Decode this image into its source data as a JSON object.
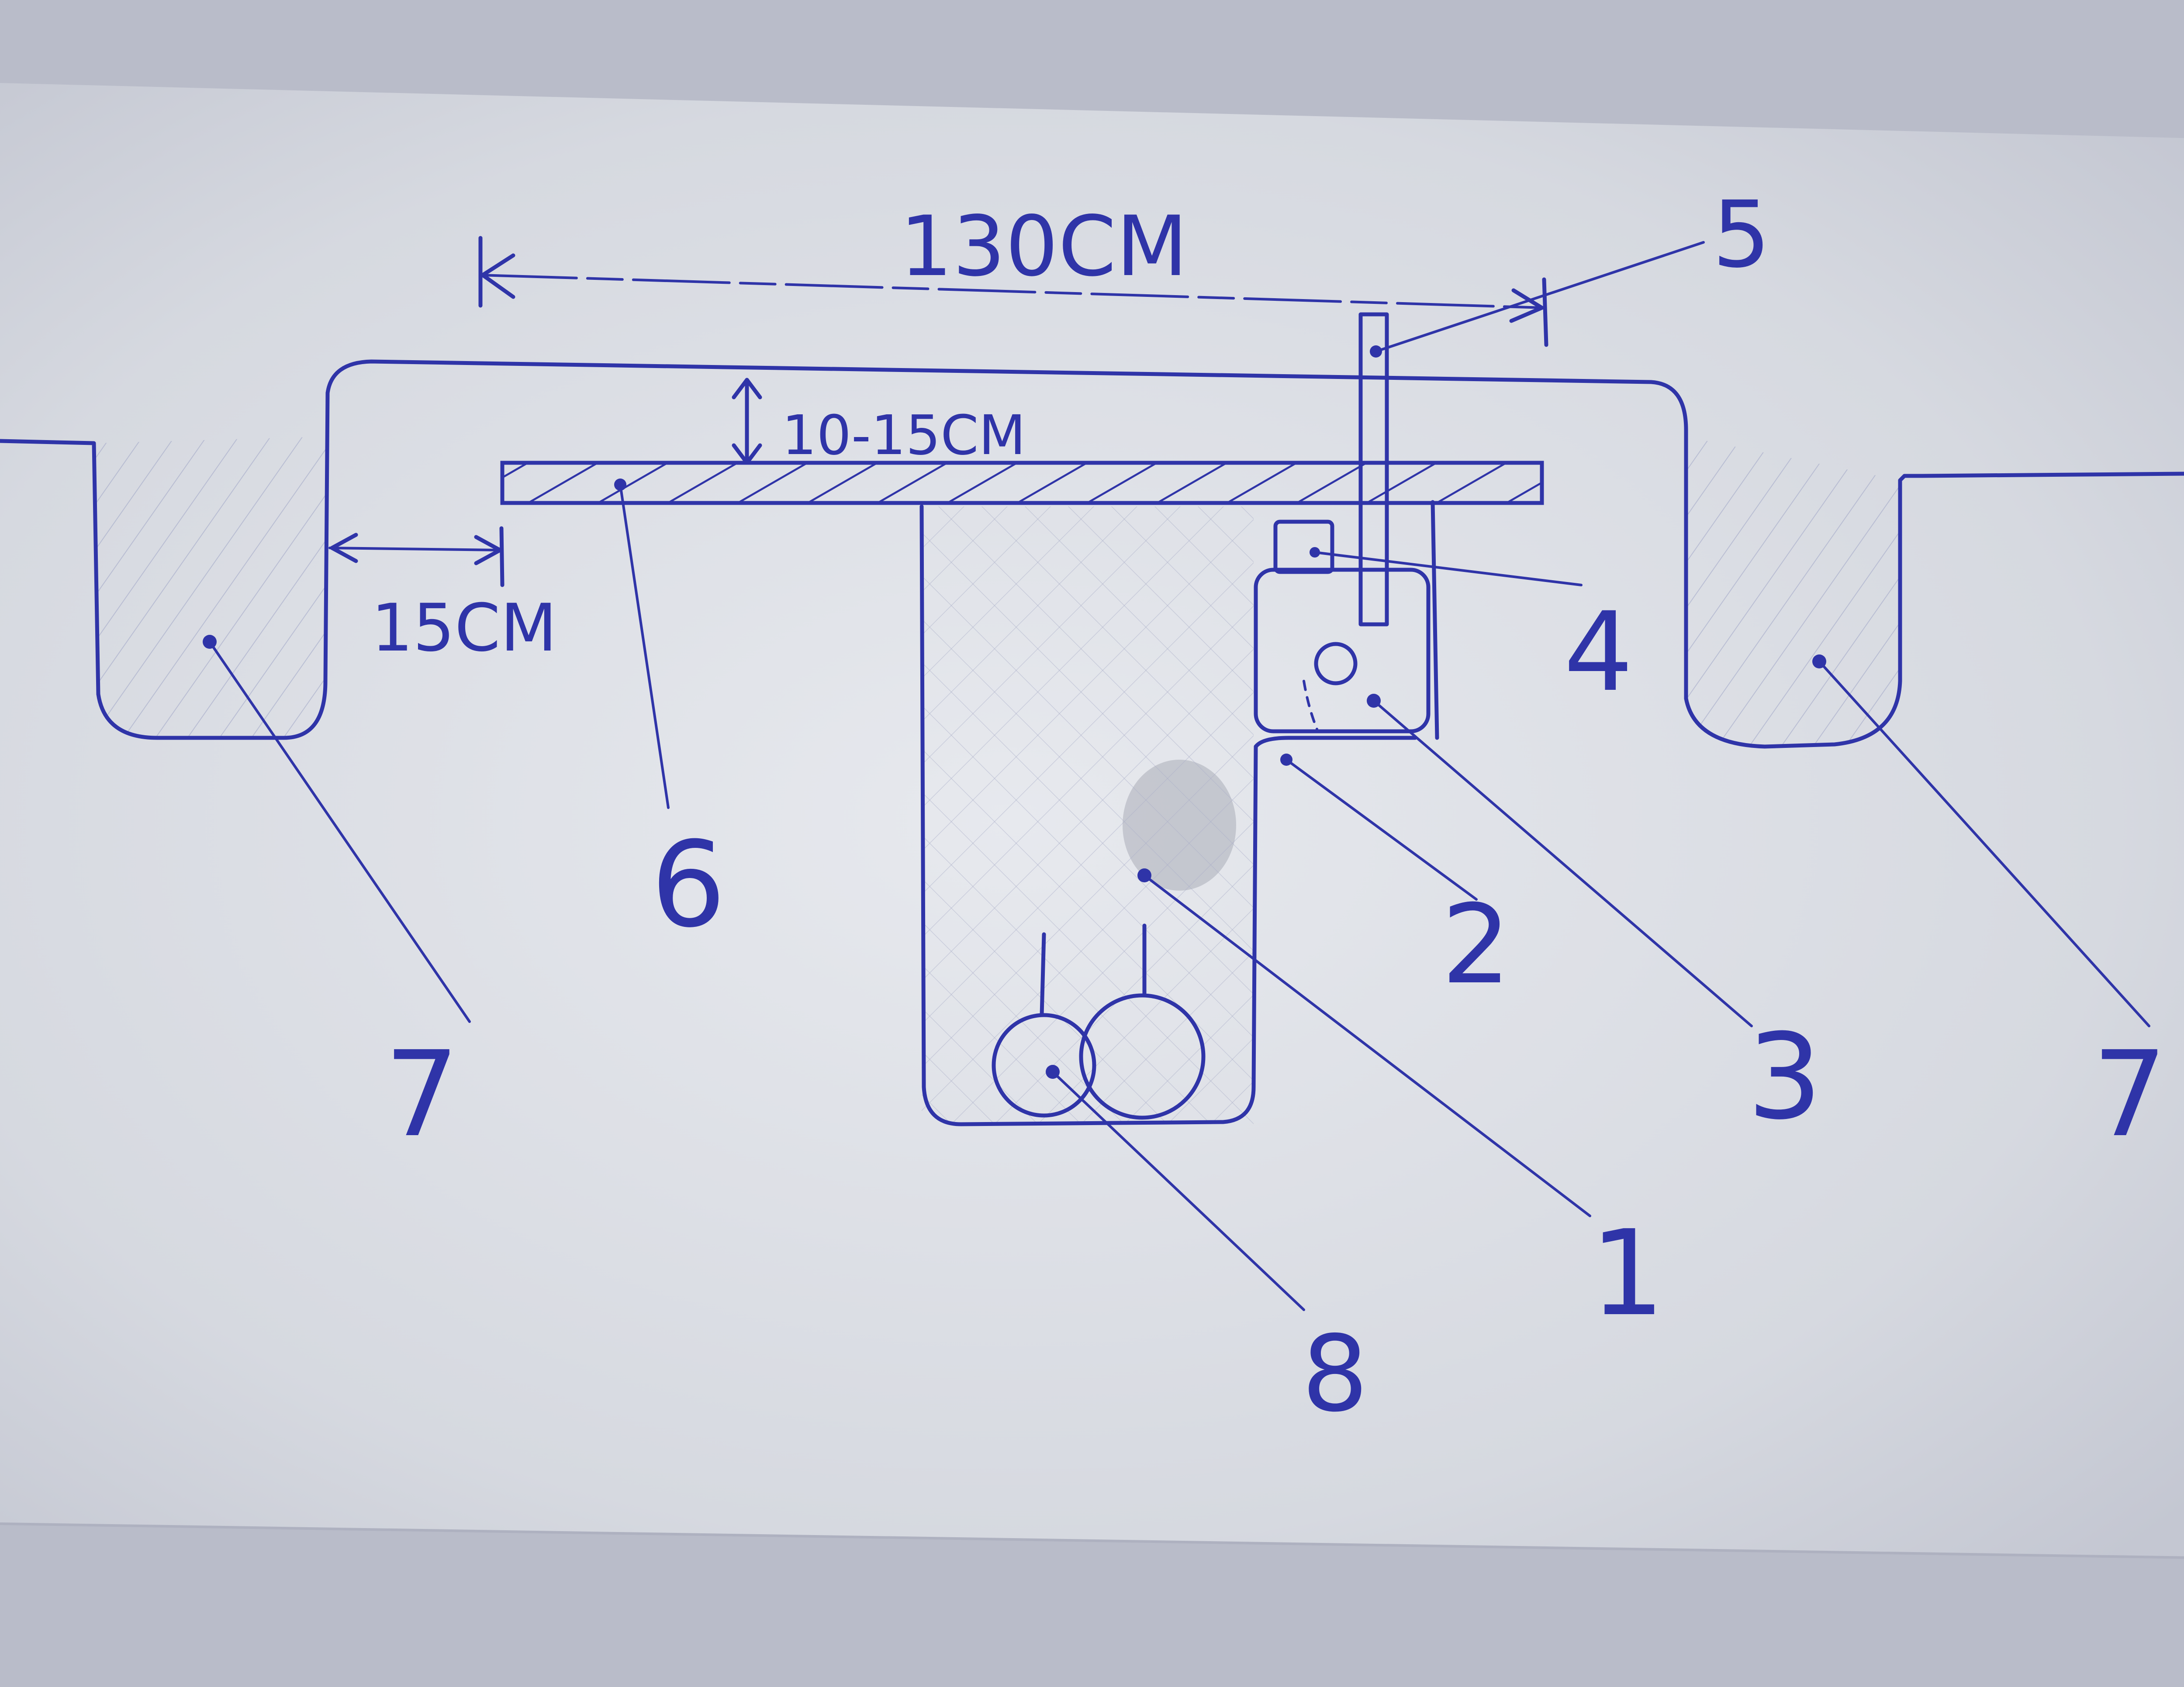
{
  "dimensions": {
    "width_total": "130CM",
    "gap_top": "10-15CM",
    "gap_side": "15CM"
  },
  "callouts": {
    "n1": "1",
    "n2": "2",
    "n3": "3",
    "n4": "4",
    "n5": "5",
    "n6": "6",
    "n7_left": "7",
    "n7_right": "7",
    "n8": "8"
  },
  "colors": {
    "ink": "#2f34a8",
    "paper": "#dcdfe6",
    "background": "#b9bcc9"
  }
}
